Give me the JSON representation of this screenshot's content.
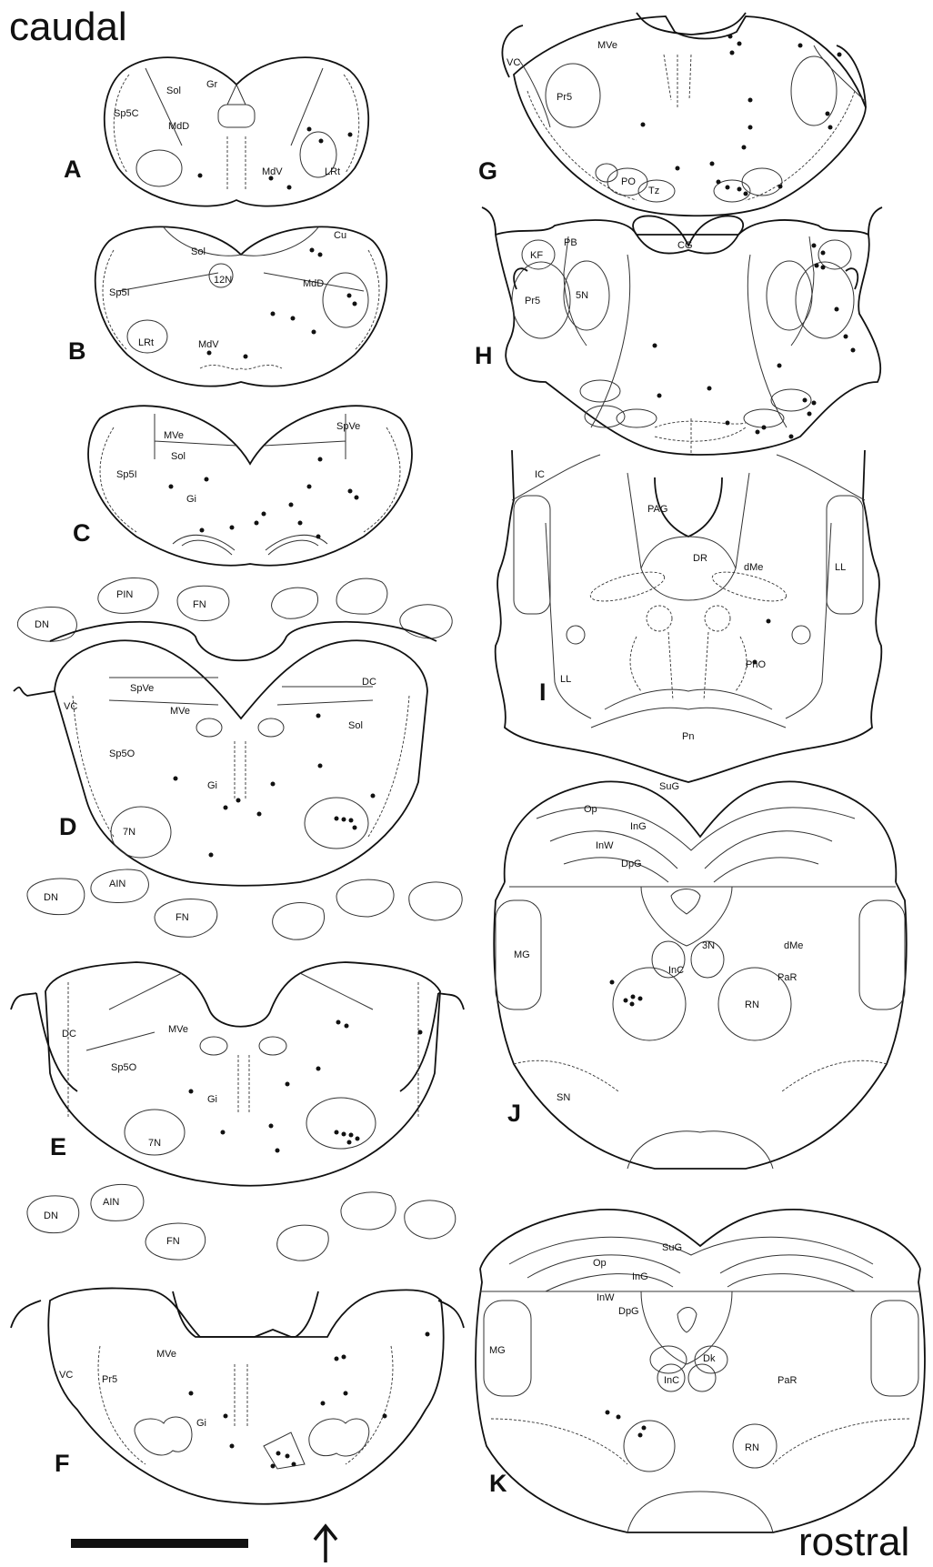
{
  "orientation": {
    "caudal": "caudal",
    "rostral": "rostral"
  },
  "panels": {
    "A": {
      "letter": "A",
      "labels": [
        "Gr",
        "Sol",
        "Sp5C",
        "MdD",
        "MdV",
        "LRt"
      ]
    },
    "B": {
      "letter": "B",
      "labels": [
        "Cu",
        "Sol",
        "12N",
        "Sp5I",
        "MdD",
        "LRt",
        "MdV"
      ]
    },
    "C": {
      "letter": "C",
      "labels": [
        "MVe",
        "SpVe",
        "Sol",
        "Sp5I",
        "Gi"
      ]
    },
    "cerebellar1": {
      "labels": [
        "PIN",
        "FN",
        "DN"
      ]
    },
    "D": {
      "letter": "D",
      "labels": [
        "DC",
        "SpVe",
        "VC",
        "MVe",
        "Sol",
        "Sp5O",
        "Gi",
        "7N"
      ]
    },
    "cerebellar2": {
      "labels": [
        "AIN",
        "DN",
        "FN"
      ]
    },
    "E": {
      "letter": "E",
      "labels": [
        "MVe",
        "DC",
        "Sp5O",
        "Gi",
        "7N"
      ]
    },
    "cerebellar3": {
      "labels": [
        "AIN",
        "DN",
        "FN"
      ]
    },
    "F": {
      "letter": "F",
      "labels": [
        "MVe",
        "VC",
        "Pr5",
        "Gi"
      ]
    },
    "G": {
      "letter": "G",
      "labels": [
        "MVe",
        "VC",
        "Pr5",
        "PO",
        "Tz"
      ]
    },
    "H": {
      "letter": "H",
      "labels": [
        "PB",
        "CG",
        "KF",
        "5N",
        "Pr5"
      ]
    },
    "I": {
      "letter": "I",
      "labels": [
        "IC",
        "PAG",
        "DR",
        "dMe",
        "LL",
        "PnO",
        "LL",
        "Pn"
      ]
    },
    "J": {
      "letter": "J",
      "labels": [
        "SuG",
        "Op",
        "InG",
        "InW",
        "DpG",
        "3N",
        "MG",
        "dMe",
        "InC",
        "PaR",
        "RN",
        "SN"
      ]
    },
    "K": {
      "letter": "K",
      "labels": [
        "SuG",
        "Op",
        "InG",
        "InW",
        "DpG",
        "Dk",
        "MG",
        "InC",
        "PaR",
        "RN"
      ]
    }
  },
  "scale_bar": "scale bar",
  "arrow": "up arrow"
}
